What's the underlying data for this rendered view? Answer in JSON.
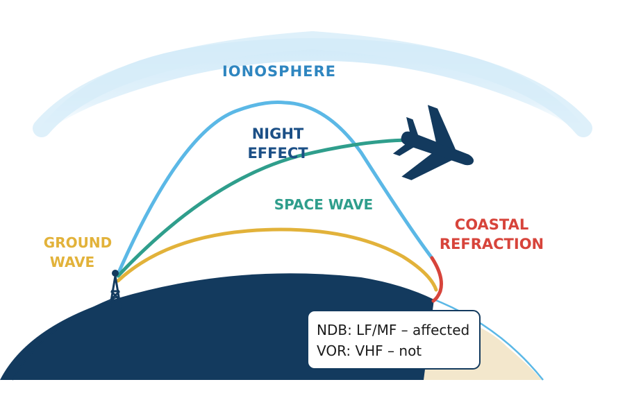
{
  "labels": {
    "ionosphere": "IONOSPHERE",
    "night_effect_1": "NIGHT",
    "night_effect_2": "EFFECT",
    "space_wave": "SPACE WAVE",
    "ground_wave_1": "GROUND",
    "ground_wave_2": "WAVE",
    "coastal_1": "COASTAL",
    "coastal_2": "REFRACTION"
  },
  "info_box": {
    "line1": "NDB: LF/MF – affected",
    "line2": "VOR: VHF – not"
  },
  "colors": {
    "ionosphere": "#2f86c0",
    "night_effect": "#1b4f86",
    "sky_wave": "#5bb8e6",
    "space_wave": "#2f9e8c",
    "ground_wave": "#e2b23a",
    "coastal": "#d7443b",
    "earth": "#133a5e",
    "sea": "#f3e7cc",
    "aircraft": "#133a5e"
  },
  "icons": {
    "aircraft": "airplane-icon",
    "transmitter": "radio-tower-icon"
  }
}
